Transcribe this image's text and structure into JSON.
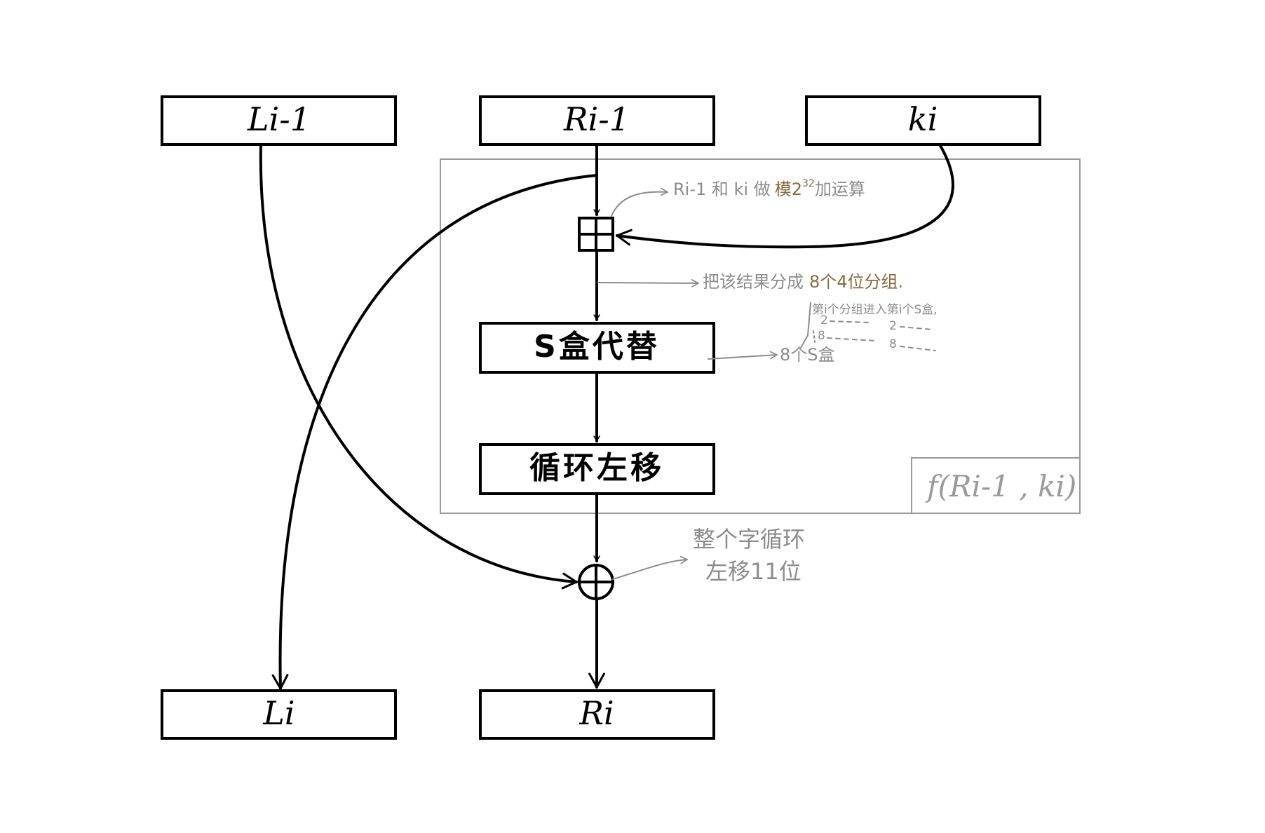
{
  "boxes": {
    "l_prev": "Li-1",
    "r_prev": "Ri-1",
    "key": "ki",
    "sbox": "S盒代替",
    "rotate": "循环左移",
    "l_out": "Li",
    "r_out": "Ri"
  },
  "function_label": "f(Ri-1 , ki)",
  "annotations": {
    "mod_add": {
      "prefix": "Ri-1 和 ki 做",
      "highlight": "模2",
      "exponent": "32",
      "suffix": "加运算"
    },
    "split": {
      "prefix": "把该结果分成",
      "highlight": "8个4位分组."
    },
    "sbox_map": {
      "header": "第i个分组进入第i个S盒,",
      "row1_left": "2",
      "row1_right": "2",
      "row2_left": "8",
      "row2_right": "8",
      "result": "8个S盒"
    },
    "rotate": {
      "line1": "整个字循环",
      "line2": "左移11位"
    }
  },
  "colors": {
    "stroke": "#000000",
    "annotation_gray": "#8c8c8c",
    "annotation_highlight": "#8a6a3e",
    "frame": "#9a9a9a"
  }
}
